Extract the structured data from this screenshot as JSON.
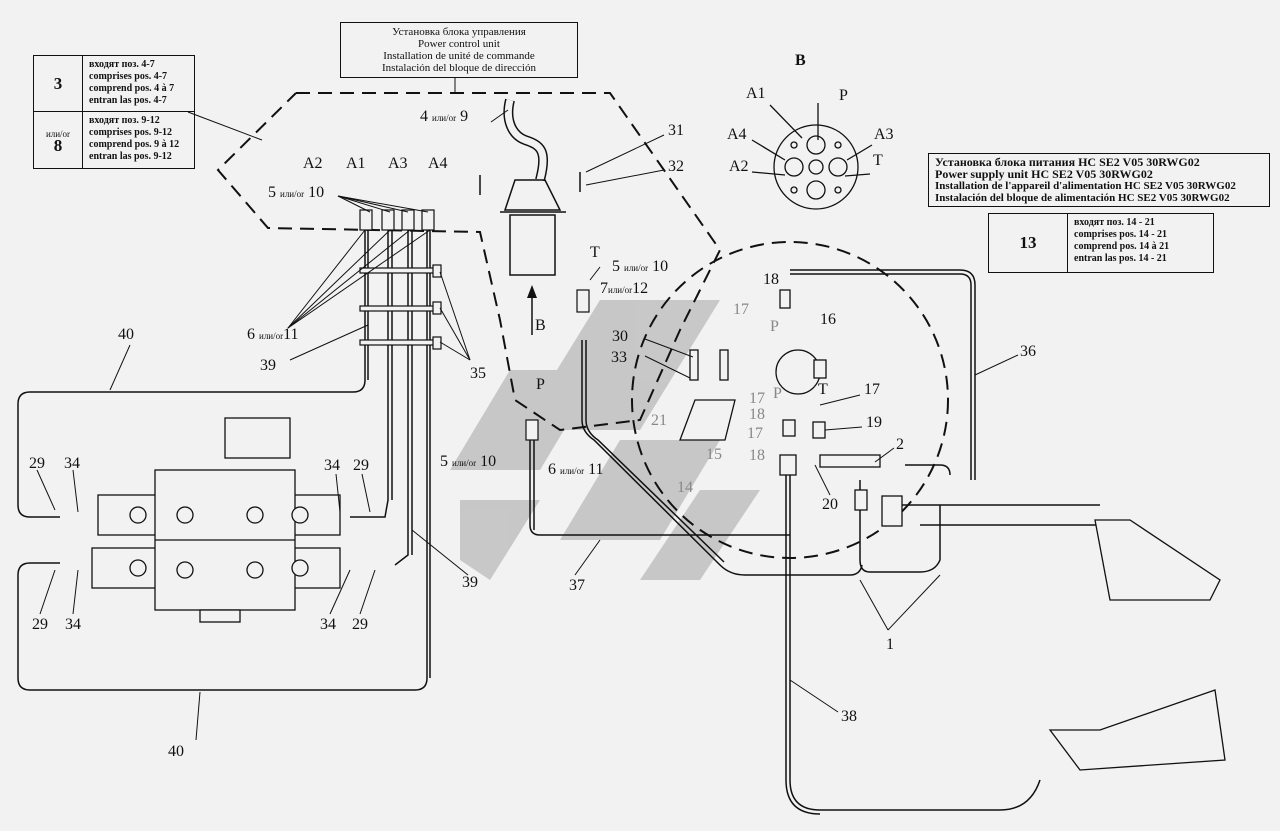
{
  "top_box": {
    "lines": [
      "Установка блока управления",
      "Power control unit",
      "Installation de unité de commande",
      "Instalación del bloque de dirección"
    ]
  },
  "left_box_3": {
    "num": "3",
    "lines": [
      "входят поз. 4-7",
      "comprises pos. 4-7",
      "comprend pos. 4 à 7",
      "entran las pos. 4-7"
    ]
  },
  "left_box_8": {
    "prefix": "или/or",
    "num": "8",
    "lines": [
      "входят поз. 9-12",
      "comprises pos. 9-12",
      "comprend pos. 9 à 12",
      "entran las pos. 9-12"
    ]
  },
  "right_box": {
    "lines": [
      "Установка блока питания HC SE2 V05 30RWG02",
      "Power supply unit HC SE2 V05 30RWG02",
      "Installation de l'appareil d'alimentation HC SE2 V05 30RWG02",
      "Instalación del bloque de alimentación HC SE2 V05 30RWG02"
    ]
  },
  "right_box_13": {
    "num": "13",
    "lines": [
      "входят поз. 14 - 21",
      "comprises pos. 14 - 21",
      "comprend pos. 14 à 21",
      "entran las pos. 14 - 21"
    ]
  },
  "view_b": {
    "title": "B",
    "ports": [
      "A1",
      "P",
      "A4",
      "A3",
      "A2",
      "T"
    ]
  },
  "labels": {
    "a2": "A2",
    "a1": "A1",
    "a3": "A3",
    "a4": "A4",
    "n5": "5",
    "or": "или/or",
    "n10": "10",
    "n4": "4",
    "n9": "9",
    "n31": "31",
    "n32": "32",
    "b_arrow": "B",
    "t_top": "T",
    "n5b": "5",
    "n10b": "10",
    "n7": "7",
    "n12": "12",
    "n6": "6",
    "n11": "11",
    "n39": "39",
    "n35": "35",
    "n40": "40",
    "n30": "30",
    "n33": "33",
    "p_mid": "P",
    "n5c": "5",
    "n10c": "10",
    "n6c": "6",
    "n11c": "11",
    "n21": "21",
    "n14": "14",
    "n15": "15",
    "n18a": "18",
    "n17a": "17",
    "p_g1": "P",
    "n16": "16",
    "p_g2": "P",
    "n17b": "17",
    "n18b": "18",
    "n17c": "17",
    "n18c": "18",
    "n17d": "17",
    "t_right": "T",
    "n19": "19",
    "n2": "2",
    "n20": "20",
    "n36": "36",
    "n1": "1",
    "n38": "38",
    "n37": "37",
    "n39b": "39",
    "n29a": "29",
    "n34a": "34",
    "n34b": "34",
    "n29b": "29",
    "n29c": "29",
    "n34c": "34",
    "n34d": "34",
    "n29d": "29",
    "n40b": "40"
  }
}
